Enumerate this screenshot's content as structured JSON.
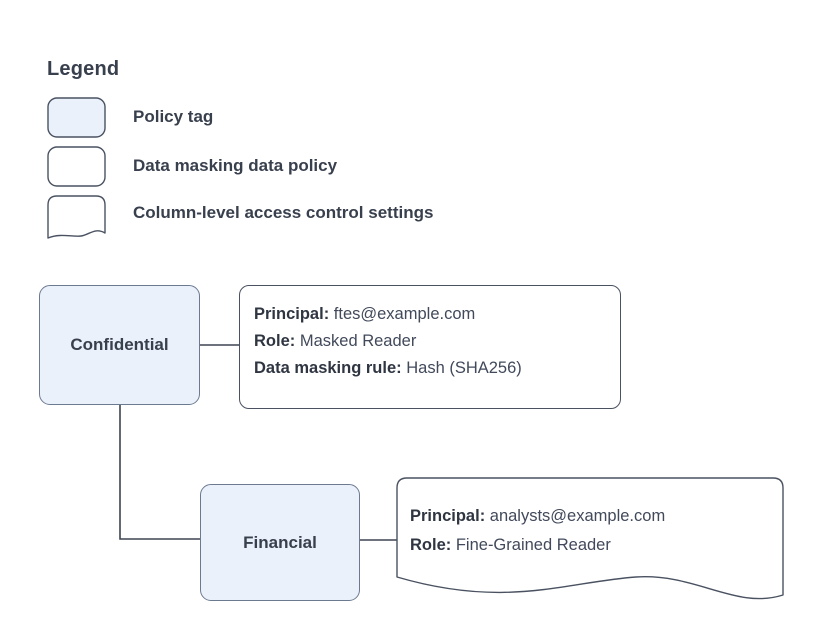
{
  "legend": {
    "title": "Legend",
    "items": [
      {
        "label": "Policy tag",
        "swatch": "filled-rounded-rect-swatch",
        "fill": "#eaf1fb"
      },
      {
        "label": "Data masking data policy",
        "swatch": "outline-rounded-rect-swatch",
        "fill": "#ffffff"
      },
      {
        "label": "Column-level access control settings",
        "swatch": "wavy-bottom-note-swatch",
        "fill": "#ffffff"
      }
    ]
  },
  "diagram": {
    "nodes": [
      {
        "id": "confidential",
        "label": "Confidential",
        "type": "policy-tag"
      },
      {
        "id": "financial",
        "label": "Financial",
        "type": "policy-tag"
      }
    ],
    "masking_policy": {
      "lines": [
        {
          "key": "Principal:",
          "value": "ftes@example.com"
        },
        {
          "key": "Role:",
          "value": "Masked Reader"
        },
        {
          "key": "Data masking rule:",
          "value": "Hash (SHA256)"
        }
      ]
    },
    "access_settings": {
      "lines": [
        {
          "key": "Principal:",
          "value": "analysts@example.com"
        },
        {
          "key": "Role:",
          "value": "Fine-Grained Reader"
        }
      ]
    }
  },
  "colors": {
    "node_fill": "#eaf1fb",
    "node_stroke": "#6b7a8f",
    "box_stroke": "#4a5261",
    "text": "#39404d",
    "connector": "#3d4450",
    "background": "#ffffff"
  }
}
